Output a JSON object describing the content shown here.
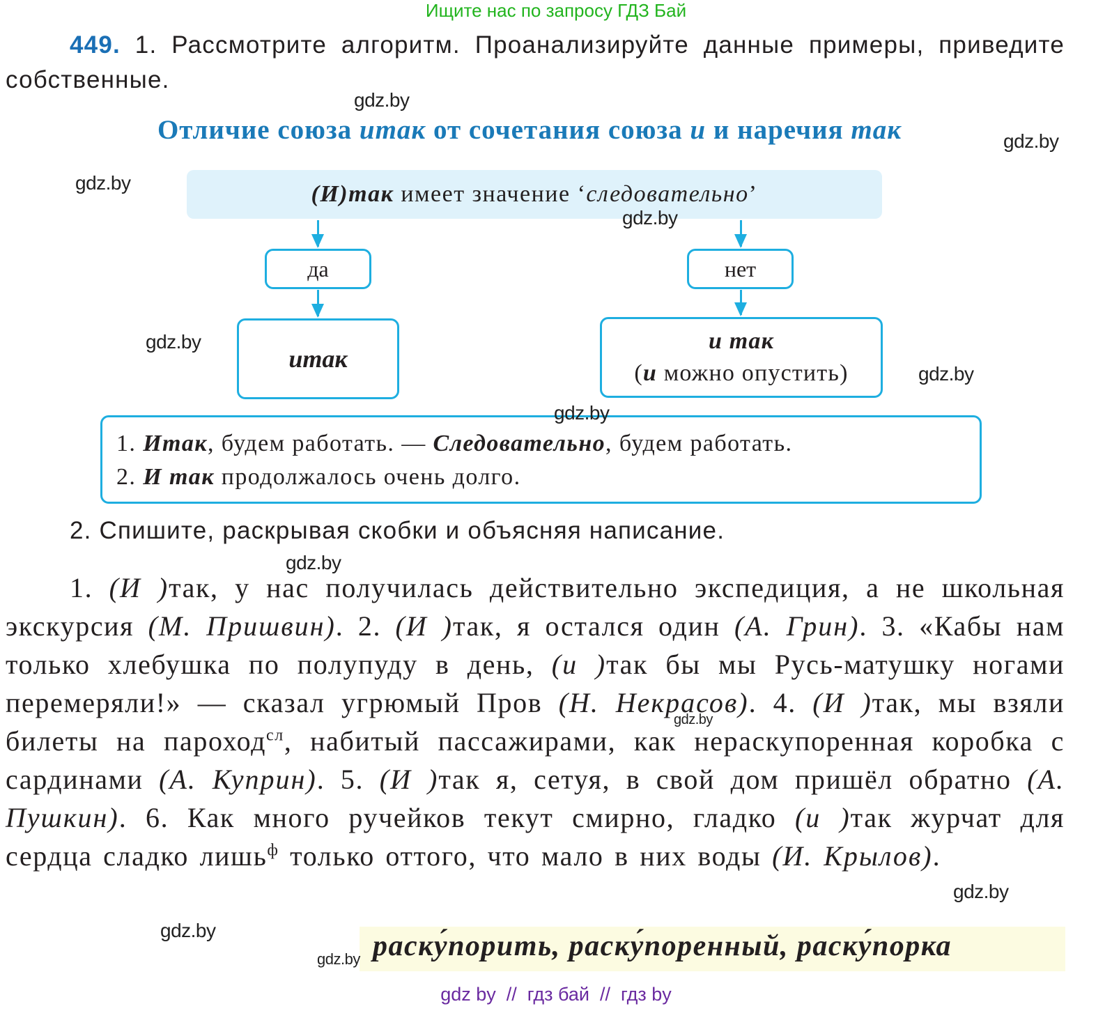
{
  "top_banner": "Ищите нас по запросу ГДЗ Бай",
  "task": {
    "number": "449.",
    "intro": "1. Рассмотрите алгоритм. Проанализируйте данные примеры, приведите собственные."
  },
  "diagram": {
    "title_parts": [
      "Отличие союза ",
      "итак",
      " от сочетания союза ",
      "и",
      " и наречия ",
      "так"
    ],
    "condition": {
      "term": "(И)так",
      "text": " имеет значение ‘",
      "meaning": "следовательно",
      "close": "’"
    },
    "yes_label": "да",
    "no_label": "нет",
    "yes_result": "итак",
    "no_result": {
      "term": "и так",
      "note_open": "(",
      "note_term": "и",
      "note_rest": " можно опустить)"
    },
    "arrow_color": "#1eaee0",
    "examples": [
      {
        "num": "1. ",
        "term": "Итак",
        "rest1": ", будем работать. — ",
        "term2": "Следовательно",
        "rest2": ", будем работать."
      },
      {
        "num": "2. ",
        "term": "И так",
        "rest1": " продолжалось очень долго."
      }
    ]
  },
  "task2": {
    "heading": "2. Спишите, раскрывая скобки и объясняя написание."
  },
  "exercise": {
    "segments": [
      {
        "t": "1. "
      },
      {
        "i": "(И )"
      },
      {
        "t": "так, у нас получилась действительно экспедиция, а не школьная экскурсия "
      },
      {
        "i": "(М. Пришвин)"
      },
      {
        "t": ". 2. "
      },
      {
        "i": "(И )"
      },
      {
        "t": "так, я остался один "
      },
      {
        "i": "(А. Грин)"
      },
      {
        "t": ". 3. «Кабы нам только хлебушка по полупуду в день, "
      },
      {
        "i": "(и )"
      },
      {
        "t": "так бы мы Русь-матушку ногами перемеряли!» — сказал угрюмый Пров "
      },
      {
        "i": "(Н. Некрасов)"
      },
      {
        "t": ". 4. "
      },
      {
        "i": "(И )"
      },
      {
        "t": "так, мы взяли билеты на пароход"
      },
      {
        "s": "сл"
      },
      {
        "t": ", набитый пассажирами, как нераскупоренная коробка с сардинами "
      },
      {
        "i": "(А. Куприн)"
      },
      {
        "t": ". 5. "
      },
      {
        "i": "(И )"
      },
      {
        "t": "так я, сетуя, в свой дом пришёл обратно "
      },
      {
        "i": "(А. Пушкин)"
      },
      {
        "t": ". 6. Как много ручейков текут смирно, гладко "
      },
      {
        "i": "(и )"
      },
      {
        "t": "так журчат для сердца сладко лишь"
      },
      {
        "s": "ф"
      },
      {
        "t": " только оттого, что мало в них воды "
      },
      {
        "i": "(И. Крылов)"
      },
      {
        "t": "."
      }
    ]
  },
  "vocabulary": "раску́порить, раску́поренный, раску́порка",
  "watermarks": [
    "gdz.by",
    "gdz.by",
    "gdz.by",
    "gdz.by",
    "gdz.by",
    "gdz.by",
    "gdz.by",
    "gdz.by",
    "gdz.by",
    "gdz.by",
    "gdz.by",
    "gdz.by"
  ],
  "footer": "gdz by  //  гдз бай  //  гдз by",
  "colors": {
    "task_number": "#1a6fb5",
    "title": "#1a7ab8",
    "box_border": "#1eaee0",
    "condition_bg": "#dff2fb",
    "vocab_bg": "#fcfbe1",
    "banner": "#22b41e",
    "footer": "#6a2aa0"
  }
}
